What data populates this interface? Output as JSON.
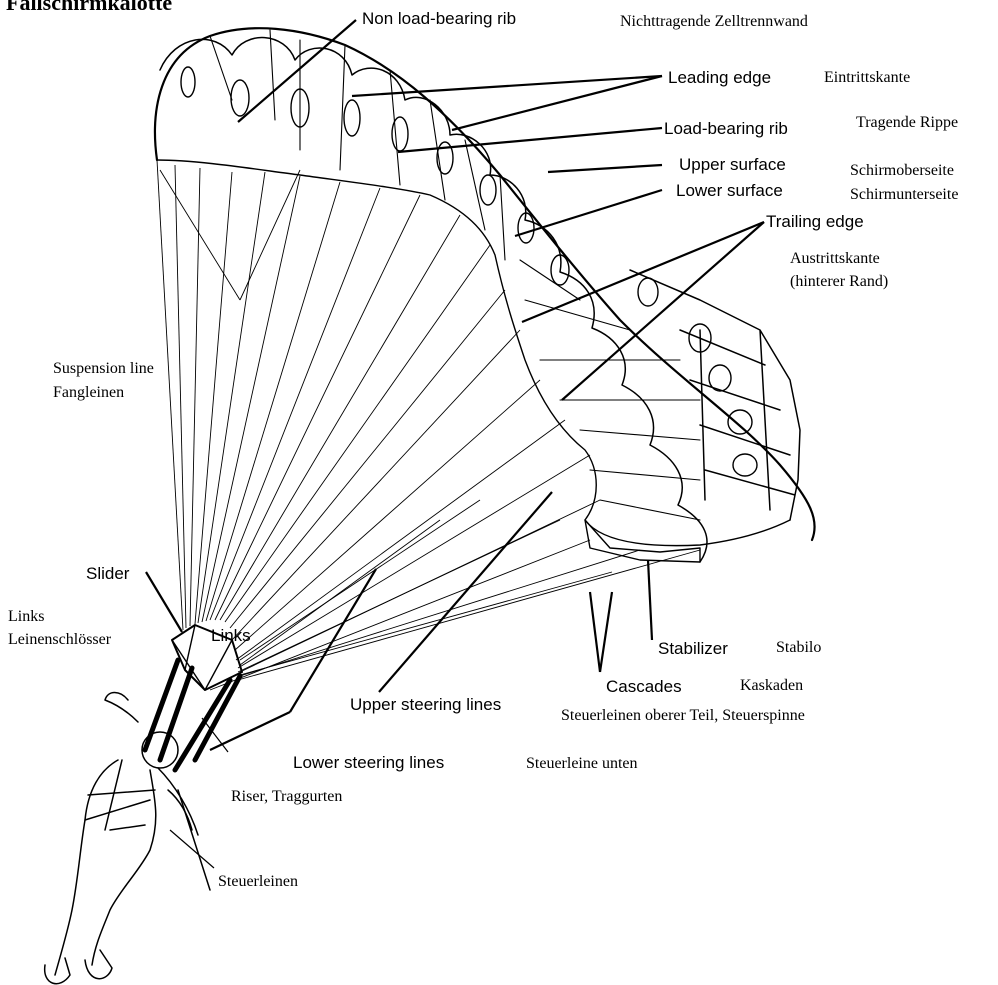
{
  "title": "Fallschirmkalotte",
  "labels": {
    "non_load_bearing_rib": {
      "en": "Non load-bearing rib",
      "de": "Nichttragende Zelltrennwand"
    },
    "leading_edge": {
      "en": "Leading edge",
      "de": "Eintrittskante"
    },
    "load_bearing_rib": {
      "en": "Load-bearing rib",
      "de": "Tragende Rippe"
    },
    "upper_surface": {
      "en": "Upper surface",
      "de": "Schirmoberseite"
    },
    "lower_surface": {
      "en": "Lower surface",
      "de": "Schirmunterseite"
    },
    "trailing_edge": {
      "en": "Trailing edge",
      "de_line1": "Austrittskante",
      "de_line2": "(hinterer Rand)"
    },
    "suspension_line": {
      "en": "Suspension line",
      "de": "Fangleinen"
    },
    "slider": {
      "en": "Slider"
    },
    "links": {
      "en": "Links",
      "en_left": "Links",
      "de": "Leinenschlösser"
    },
    "stabilizer": {
      "en": "Stabilizer",
      "de": "Stabilo"
    },
    "cascades": {
      "en": "Cascades",
      "de": "Kaskaden"
    },
    "upper_steering_lines": {
      "en": "Upper steering lines",
      "de": "Steuerleinen oberer Teil, Steuerspinne"
    },
    "lower_steering_lines": {
      "en": "Lower steering lines",
      "de": "Steuerleine unten"
    },
    "riser": {
      "de": "Riser, Traggurten"
    },
    "steering_lines": {
      "de": "Steuerleinen"
    }
  }
}
